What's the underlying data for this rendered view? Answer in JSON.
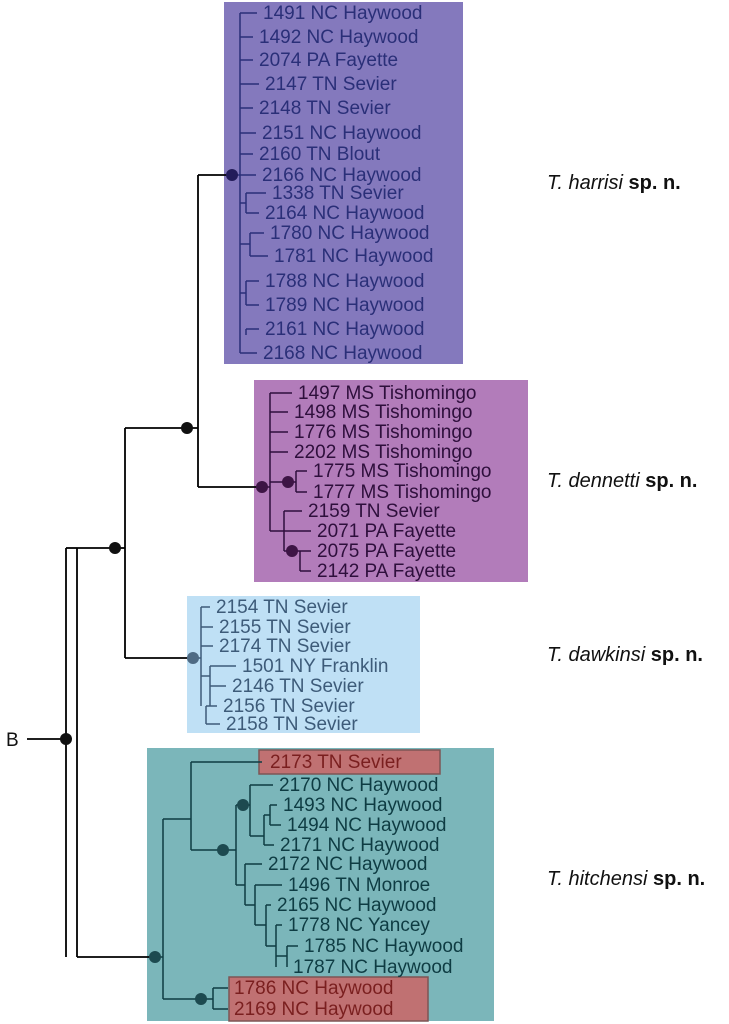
{
  "root_label": "B",
  "colors": {
    "harrisi_box": "#8479bd",
    "harrisi_text": "#2a2f78",
    "dennetti_box": "#b27cba",
    "dennetti_text": "#2e0f3c",
    "dawkinsi_box": "#bfe0f5",
    "dawkinsi_text": "#3d5b79",
    "hitchensi_box": "#7bb6ba",
    "hitchensi_text": "#0e3c43",
    "highlight_box": "#c07172",
    "highlight_text": "#7a1f1f",
    "branch": "#000000"
  },
  "clades": {
    "harrisi": {
      "name_italic": "T. harrisi",
      "name_suffix": " sp. n.",
      "leaves": [
        "1491 NC Haywood",
        "1492 NC Haywood",
        "2074 PA Fayette",
        "2147 TN Sevier",
        "2148 TN Sevier",
        "2151 NC Haywood",
        "2160 TN Blout",
        "2166  NC Haywood",
        "1338 TN Sevier",
        "2164 NC Haywood",
        "1780 NC Haywood",
        "1781 NC Haywood",
        "1788 NC Haywood",
        "1789 NC Haywood",
        "2161 NC Haywood",
        "2168 NC Haywood"
      ]
    },
    "dennetti": {
      "name_italic": "T. dennetti",
      "name_suffix": " sp. n.",
      "leaves": [
        "1497 MS Tishomingo",
        "1498 MS Tishomingo",
        "1776 MS Tishomingo",
        "2202 MS Tishomingo",
        "1775 MS Tishomingo",
        "1777 MS Tishomingo",
        "2159 TN Sevier",
        "2071 PA Fayette",
        "2075 PA Fayette",
        "2142 PA Fayette"
      ]
    },
    "dawkinsi": {
      "name_italic": "T. dawkinsi",
      "name_suffix": " sp. n.",
      "leaves": [
        "2154 TN Sevier",
        "2155 TN Sevier",
        "2174 TN Sevier",
        "1501 NY Franklin",
        "2146 TN Sevier",
        "2156 TN Sevier",
        "2158 TN Sevier"
      ]
    },
    "hitchensi": {
      "name_italic": "T. hitchensi",
      "name_suffix": " sp. n.",
      "leaves": [
        "2173 TN Sevier",
        "2170 NC Haywood",
        "1493 NC Haywood",
        "1494 NC Haywood",
        "2171 NC Haywood",
        "2172 NC Haywood",
        "1496 TN Monroe",
        "2165 NC Haywood",
        "1778 NC Yancey",
        "1785 NC Haywood",
        "1787 NC Haywood",
        "1786 NC Haywood",
        "2169 NC Haywood"
      ]
    }
  }
}
